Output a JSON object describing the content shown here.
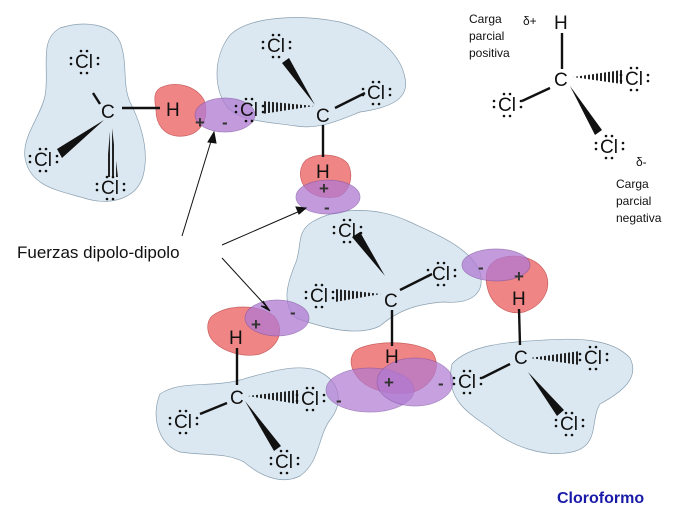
{
  "atoms": {
    "c": "C",
    "h": "H",
    "cl": "Cl"
  },
  "signs": {
    "plus": "+",
    "minus": "-"
  },
  "callout": "Fuerzas dipolo-dipolo",
  "legend": {
    "delta_plus": "δ+",
    "delta_minus": "δ-",
    "pos_line1": "Carga",
    "pos_line2": "parcial",
    "pos_line3": "positiva",
    "neg_line1": "Carga",
    "neg_line2": "parcial",
    "neg_line3": "negativa"
  },
  "title": "Cloroformo",
  "colors": {
    "molecule_fill": "#dbe8f1",
    "positive_fill": "#ef7b7b",
    "negative_fill": "#b07ad2",
    "title": "#1a1aa8"
  }
}
